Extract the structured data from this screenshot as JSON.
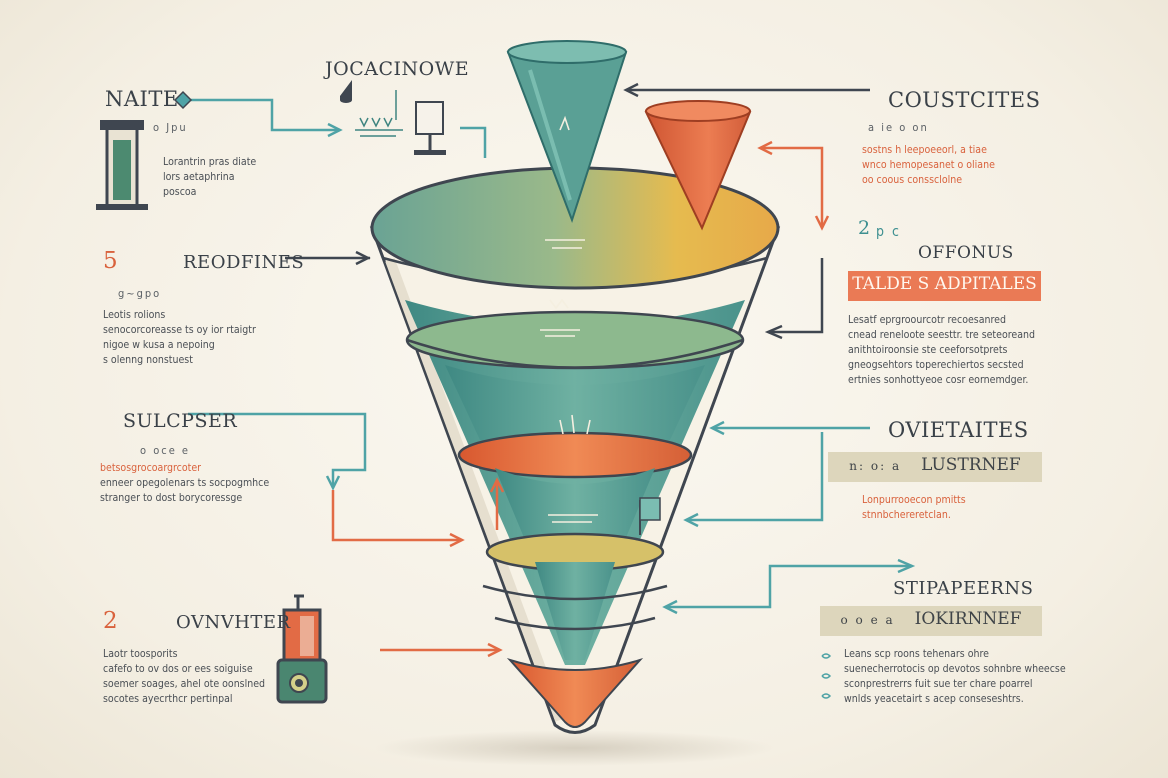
{
  "labels": {
    "top_center": "JOCACINOWE",
    "top_left_heading": "NAITE",
    "top_left_sub": "o Jpu",
    "top_left_body": [
      "Lorantrin pras diate",
      "lors aetaphrina",
      "poscoa"
    ],
    "left_number": "5",
    "left_heading": "REODFINES",
    "left_sub": "g~gpo",
    "left_body": [
      "Leotis rolions",
      "senocorcoreasse ts oy ior rtaigtr",
      "nigoe w kusa a nepoing",
      "s olenng nonstuest"
    ],
    "mid_left_heading": "SULCPSER",
    "mid_left_sub": "o oce e",
    "mid_left_body_orange": "betsosgrocoargrcoter",
    "mid_left_body": [
      "enneer opegolenars ts socpogmhce",
      "stranger to dost borycoressge"
    ],
    "bottom_left_number": "2",
    "bottom_left_heading": "OVNVHTER",
    "bottom_left_body": [
      "Laotr toosporits",
      "cafefo to ov dos or ees soiguise",
      "soemer soages, ahel ote oonslned",
      "socotes ayecrthcr pertinpal"
    ],
    "top_right_heading": "COUSTCITES",
    "top_right_sub": "a ie o on",
    "top_right_body_orange": [
      "sostns h leepoeeorl, a tiae",
      "wnco hemopesanet o oliane",
      "oo coous conssclolne"
    ],
    "right_number": "2",
    "right_sub": "p c",
    "right_heading": "OFFONUS",
    "right_pill": "TALDE  S ADPITALES",
    "right_body": [
      "Lesatf eprgroourcotr recoesanred",
      "cnead reneloote seesttr. tre seteoreand",
      "anithtoiroonsie ste ceeforsotprets",
      "gneogsehtors toperechiertos secsted",
      "ertnies sonhottyeoe cosr eornemdger."
    ],
    "mid_right_heading": "OVIETAITES",
    "mid_right_pill": "LUSTRNEF",
    "mid_right_pill_icons": "n: o: a",
    "mid_right_body_orange": [
      "Lonpurrooecon pmitts",
      "stnnbchereretclan."
    ],
    "bottom_right_heading": "STIPAPEERNS",
    "bottom_right_pill": "IOKIRNNEF",
    "bottom_right_pill_icons": "o o e a",
    "bottom_right_body": [
      "Leans scp roons tehenars ohre",
      "suenecherrotocis op devotos sohnbre wheecse",
      "sconprestrerrs fuit sue ter chare poarrel",
      "wnlds yeacetairt s acep conseseshtrs."
    ]
  },
  "colors": {
    "teal": "#5fa39c",
    "teal_dark": "#3f8581",
    "orange": "#e26b45",
    "mustard": "#e7b64a",
    "cream": "#f8f3e8",
    "line": "#3f4650",
    "teal_line": "#4fa3a6",
    "orange_line": "#e26b45"
  },
  "icons": [
    "pencil-icon",
    "lamp-icon",
    "jar-icon",
    "battery-icon"
  ]
}
